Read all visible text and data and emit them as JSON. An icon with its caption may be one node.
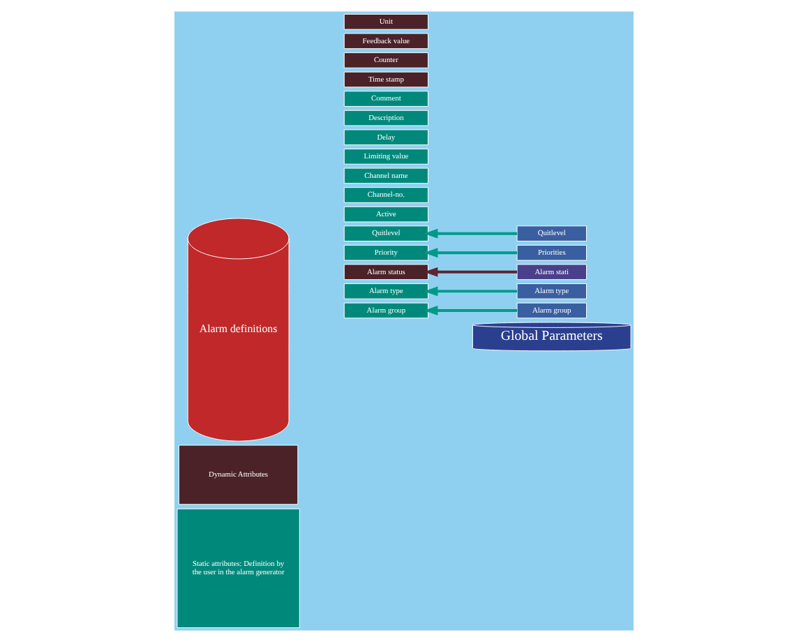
{
  "diagram": {
    "nodes": [
      {
        "text": [
          "Global Parameters"
        ]
      },
      {
        "text": [
          "Alarm group"
        ]
      },
      {
        "text": [
          "Alarm type"
        ]
      },
      {
        "text": [
          "Alarm stati"
        ]
      },
      {
        "text": [
          "Priorities"
        ]
      },
      {
        "text": [
          "Quitlevel"
        ]
      },
      {
        "text": [
          "Static attributes: Definition by the user in the alarm generator"
        ]
      },
      {
        "text": [
          "Dynamic Attributes"
        ]
      },
      {
        "text": [
          "Alarm definitions"
        ]
      },
      {
        "text": [
          "Active"
        ]
      },
      {
        "text": [
          "Channel-no."
        ]
      },
      {
        "text": [
          "Channel name"
        ]
      },
      {
        "text": [
          "Alarm type"
        ]
      },
      {
        "text": [
          "Limiting value"
        ]
      },
      {
        "text": [
          "Delay"
        ]
      },
      {
        "text": [
          "Description"
        ]
      },
      {
        "text": [
          "Comment"
        ]
      },
      {
        "text": [
          "Alarm group"
        ]
      },
      {
        "text": [
          "Priority"
        ]
      },
      {
        "text": [
          "Quitlevel"
        ]
      },
      {
        "text": [
          "Time stamp"
        ]
      },
      {
        "text": [
          "Counter"
        ]
      },
      {
        "text": [
          "Alarm status"
        ]
      },
      {
        "text": [
          "Feedback value"
        ]
      },
      {
        "text": [
          "Unit"
        ]
      }
    ],
    "edges": [
      {
        "from": 2,
        "to": 12,
        "arrow": "to"
      },
      {
        "from": 1,
        "to": 17,
        "arrow": "to"
      },
      {
        "from": 4,
        "to": 18,
        "arrow": "to"
      },
      {
        "from": 5,
        "to": 19,
        "arrow": "to"
      },
      {
        "from": 3,
        "to": 22,
        "arrow": "to",
        "color": "#5e2630"
      }
    ]
  }
}
